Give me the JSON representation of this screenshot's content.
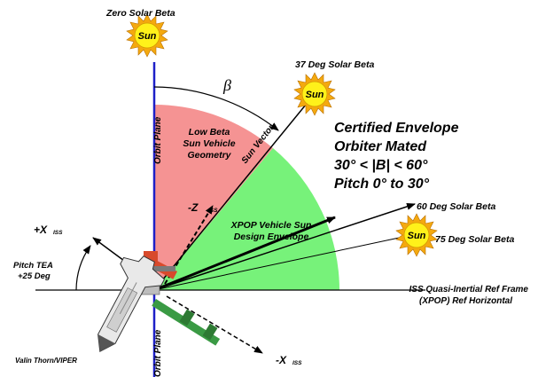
{
  "labels": {
    "zero_beta": "Zero Solar Beta",
    "beta_37": "37 Deg Solar Beta",
    "beta_60": "60 Deg Solar Beta",
    "beta_75": "75 Deg Solar Beta",
    "beta_symbol": "β",
    "sun": "Sun",
    "sun_vector": "Sun Vector",
    "orbit_plane": "Orbit Plane",
    "low_beta": [
      "Low Beta",
      "Sun Vehicle",
      "Geometry"
    ],
    "neg_z": "-Z",
    "neg_z_sub": "ISS",
    "pos_x": "+X",
    "pos_x_sub": "ISS",
    "neg_x": "-X",
    "neg_x_sub": "ISS",
    "pitch_tea": [
      "Pitch TEA",
      "+25 Deg"
    ],
    "xpop_envelope": [
      "XPOP Vehicle Sun",
      "Design Envelope"
    ],
    "certified": [
      "Certified Envelope",
      "Orbiter Mated",
      "30° < |B| < 60°",
      "Pitch 0° to 30°"
    ],
    "ref_frame": [
      "ISS Quasi-Inertial Ref Frame",
      "(XPOP) Ref Horizontal"
    ],
    "credit": "Valin Thorn/VIPER"
  },
  "colors": {
    "low_beta_region": "#f59393",
    "xpop_region": "#77f27a",
    "orbit_plane": "#1d20c8",
    "sun_fill": "#fff11a",
    "sun_ray": "#f4a90f",
    "orbiter": "#e9e9e9",
    "iss_truss": "#3a9a44",
    "iss_radiator": "#d84a2c"
  },
  "icons": [
    "sun-icon",
    "space-shuttle-icon",
    "iss-station-icon"
  ]
}
